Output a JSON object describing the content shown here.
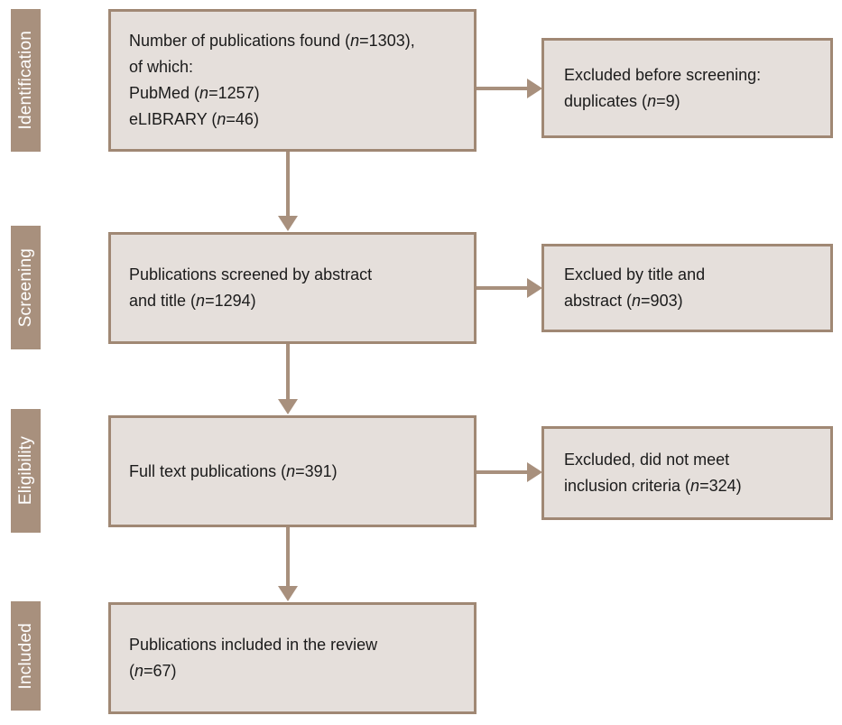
{
  "diagram": {
    "title": "PRISMA study selection flow diagram",
    "colors": {
      "stage_tab_background": "#a8907d",
      "stage_tab_text": "#ffffff",
      "box_fill": "#e5dfdb",
      "box_border": "#a08874",
      "connector": "#a8907d",
      "box_text": "#1b1b1b",
      "page_background": "#ffffff"
    }
  },
  "stages": [
    {
      "label": "Identification"
    },
    {
      "label": "Screening"
    },
    {
      "label": "Eligibility"
    },
    {
      "label": "Included"
    }
  ],
  "main_boxes": [
    {
      "id": "identification-box",
      "lines": [
        "Number of publications found (n=1303),",
        "of which:",
        "PubMed (n=1257)",
        "eLIBRARY (n=46)"
      ],
      "html": "Number of publications found (<i>n</i>=1303),<br>of which:<br>PubMed (<i>n</i>=1257)<br>eLIBRARY (<i>n</i>=46)",
      "counts": {
        "total": 1303,
        "PubMed": 1257,
        "eLIBRARY": 46
      }
    },
    {
      "id": "screening-box",
      "lines": [
        "Publications screened by abstract",
        "and title (n=1294)"
      ],
      "html": "Publications screened by abstract<br>and title (<i>n</i>=1294)",
      "counts": {
        "n": 1294
      }
    },
    {
      "id": "eligibility-box",
      "lines": [
        "Full text publications (n=391)"
      ],
      "html": "Full text publications (<i>n</i>=391)",
      "counts": {
        "n": 391
      }
    },
    {
      "id": "included-box",
      "lines": [
        "Publications included in the review",
        "(n=67)"
      ],
      "html": "Publications included in the review<br>(<i>n</i>=67)",
      "counts": {
        "n": 67
      }
    }
  ],
  "exclusion_boxes": [
    {
      "id": "excluded-before-screening-box",
      "lines": [
        "Excluded before screening:",
        "duplicates (n=9)"
      ],
      "html": "Excluded before screening:<br>duplicates (<i>n</i>=9)",
      "counts": {
        "n": 9
      }
    },
    {
      "id": "excluded-by-title-abstract-box",
      "lines": [
        "Exclued by title and",
        "abstract (n=903)"
      ],
      "html": "Exclued by title and<br>abstract (<i>n</i>=903)",
      "counts": {
        "n": 903
      }
    },
    {
      "id": "excluded-inclusion-criteria-box",
      "lines": [
        "Excluded, did not meet",
        "inclusion criteria (n=324)"
      ],
      "html": "Excluded, did not meet<br>inclusion criteria (<i>n</i>=324)",
      "counts": {
        "n": 324
      }
    }
  ],
  "connectors": [
    {
      "id": "identification-to-screening",
      "type": "down-arrow"
    },
    {
      "id": "screening-to-eligibility",
      "type": "down-arrow"
    },
    {
      "id": "eligibility-to-included",
      "type": "down-arrow"
    },
    {
      "id": "identification-to-excluded",
      "type": "right-arrow"
    },
    {
      "id": "screening-to-excluded",
      "type": "right-arrow"
    },
    {
      "id": "eligibility-to-excluded",
      "type": "right-arrow"
    }
  ]
}
